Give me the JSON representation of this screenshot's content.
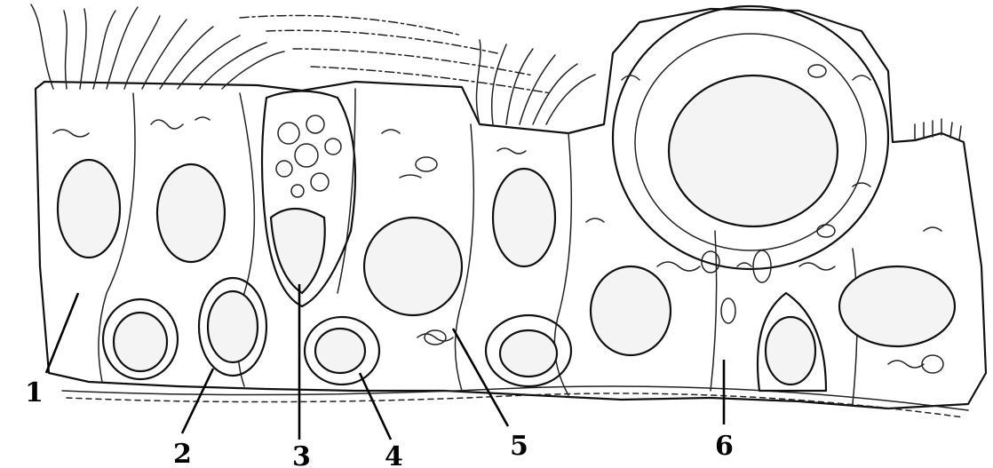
{
  "figure": {
    "labels": [
      {
        "id": "1",
        "text": "1"
      },
      {
        "id": "2",
        "text": "2"
      },
      {
        "id": "3",
        "text": "3"
      },
      {
        "id": "4",
        "text": "4"
      },
      {
        "id": "5",
        "text": "5"
      },
      {
        "id": "6",
        "text": "6"
      }
    ]
  }
}
